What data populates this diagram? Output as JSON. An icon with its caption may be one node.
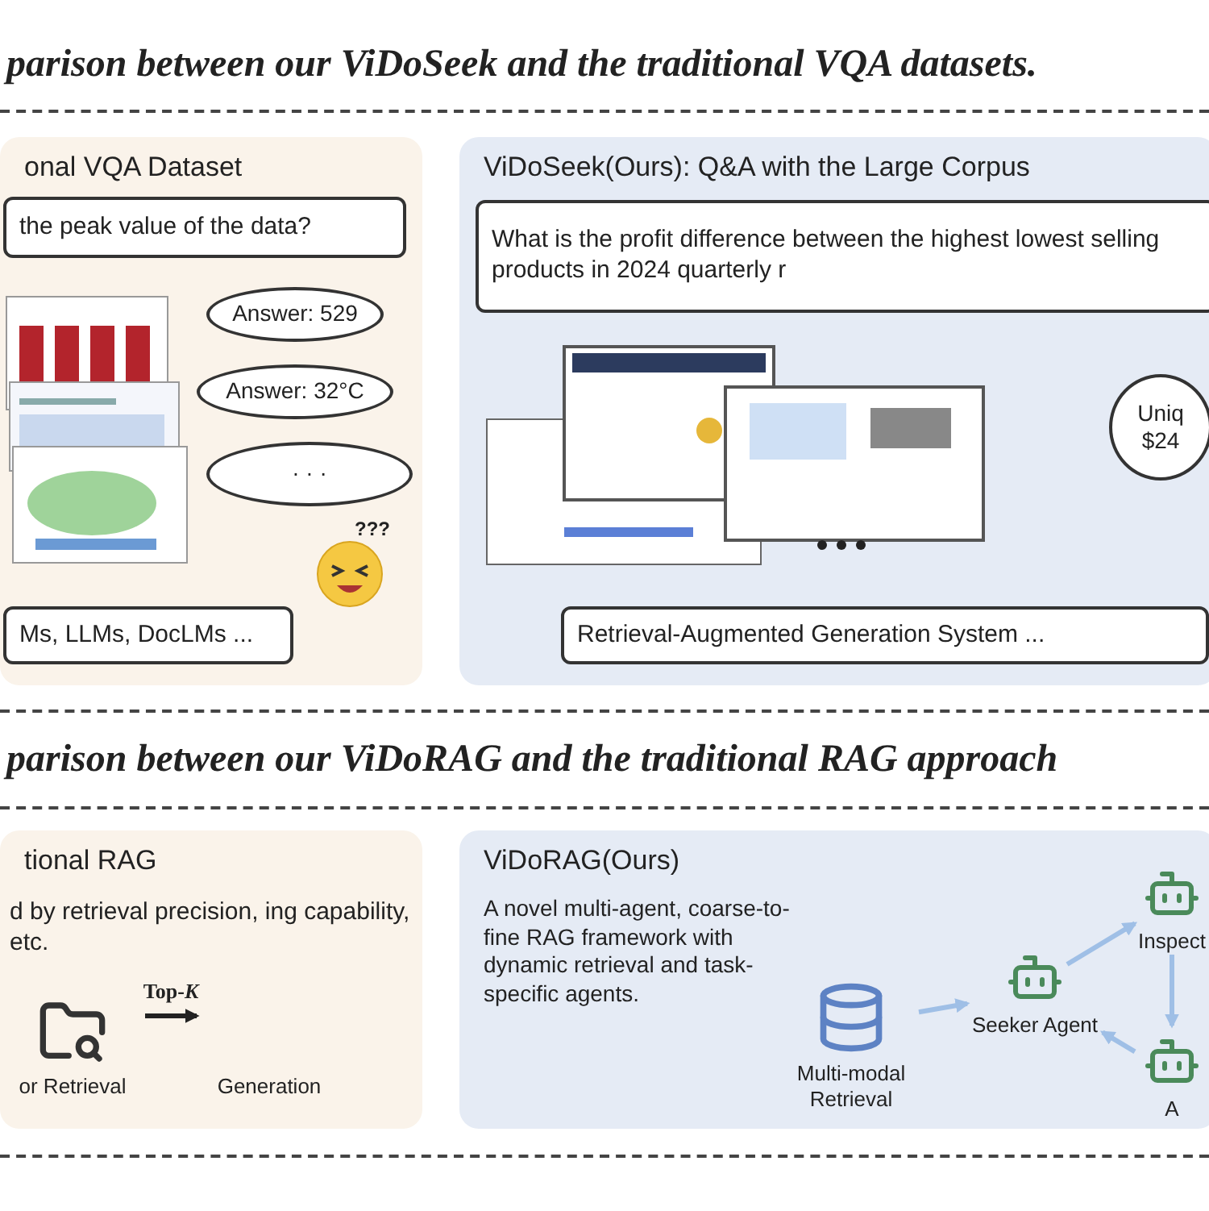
{
  "diagram": {
    "title": "parison between our ViDoSeek and the traditional VQA datasets.",
    "nodes": [
      {
        "text": [
          "onal VQA Dataset"
        ]
      },
      {
        "text": [
          "the peak value of the data?"
        ],
        "in": 0
      },
      {
        "text": [],
        "shape": "picture",
        "in": 0
      },
      {
        "text": [
          "Answer: 529"
        ],
        "in": 0
      },
      {
        "text": [
          "Answer: 32°C"
        ],
        "in": 0
      },
      {
        "text": [
          "· · ·"
        ],
        "in": 0
      },
      {
        "text": [
          "Ms, LLMs, DocLMs ..."
        ],
        "in": 0
      },
      {
        "text": [
          "ViDoSeek(Ours): Q&A with the Large Corpus"
        ]
      },
      {
        "text": [
          "What is the profit difference between the highest lowest selling products in 2024 quarterly r"
        ],
        "in": 7
      },
      {
        "text": [],
        "shape": "picture",
        "in": 7
      },
      {
        "text": [
          "Uniq $24"
        ],
        "in": 7
      },
      {
        "text": [
          "Retrieval-Augmented Generation System ..."
        ],
        "in": 7
      },
      {
        "text": [
          "tional RAG",
          "d by retrieval precision, ing capability, etc."
        ]
      },
      {
        "text": [
          "or Retrieval"
        ],
        "in": 12
      },
      {
        "text": [
          "Generation"
        ],
        "in": 12
      },
      {
        "text": [
          "ViDoRAG(Ours)",
          "A novel multi-agent, coarse-to-fine RAG framework with dynamic retrieval and task-specific agents."
        ]
      },
      {
        "text": [
          "Multi-modal Retrieval"
        ],
        "in": 15
      },
      {
        "text": [
          "Seeker Agent"
        ],
        "in": 15
      },
      {
        "text": [
          "Inspect"
        ],
        "in": 15
      },
      {
        "text": [
          "A"
        ],
        "in": 15
      }
    ],
    "edges": [
      {
        "from": 13,
        "to": 14,
        "arrow": "to",
        "label": "Top-*K*",
        "color": "#222222"
      },
      {
        "from": 16,
        "to": 17,
        "arrow": "to",
        "color": "#9fbfe6"
      },
      {
        "from": 17,
        "to": 18,
        "arrow": "to",
        "color": "#9fbfe6"
      },
      {
        "from": 18,
        "to": 19,
        "arrow": "to",
        "color": "#9fbfe6"
      },
      {
        "from": 19,
        "to": 17,
        "arrow": "to",
        "color": "#9fbfe6"
      }
    ],
    "labels": [
      "???",
      "parison between our ViDoRAG and the traditional RAG approach"
    ]
  }
}
